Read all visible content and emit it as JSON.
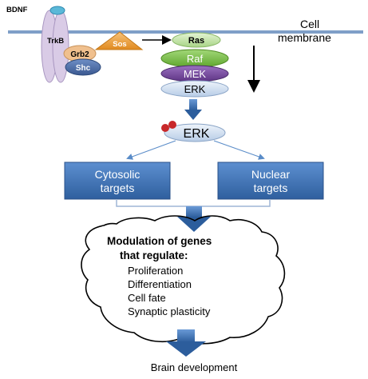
{
  "labels": {
    "bdnf": "BDNF",
    "trkb": "TrkB",
    "grb2": "Grb2",
    "shc": "Shc",
    "sos": "Sos",
    "membrane_line1": "Cell",
    "membrane_line2": "membrane",
    "ras": "Ras",
    "raf": "Raf",
    "mek": "MEK",
    "erk": "ERK",
    "erk_phos": "ERK"
  },
  "targets": {
    "cytosolic_line1": "Cytosolic",
    "cytosolic_line2": "targets",
    "nuclear_line1": "Nuclear",
    "nuclear_line2": "targets"
  },
  "modulation": {
    "heading_line1": "Modulation of genes",
    "heading_line2": "that regulate:",
    "items": [
      "Proliferation",
      "Differentiation",
      "Cell fate",
      "Synaptic plasticity"
    ]
  },
  "outcome": "Brain development",
  "colors": {
    "membrane": "#7f9fc8",
    "trkb": "#d9cbe6",
    "grb2": "#f0c08e",
    "shc": "#4f6fa8",
    "sos": "#f0a040",
    "ras": "#c6e6a8",
    "raf": "#7fc44a",
    "mek": "#7a4aa0",
    "erk": "#cfdff0",
    "box_blue": "#3a6fb0",
    "arrow_blue": "#3f7ac0",
    "phospho": "#c8282a",
    "bdnf": "#5ab8d8"
  }
}
